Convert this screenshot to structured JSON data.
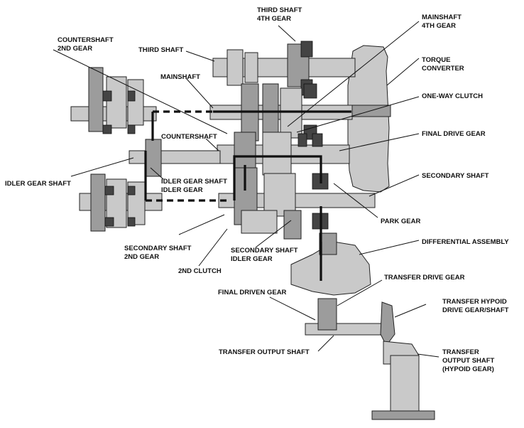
{
  "labels": {
    "third_shaft_4th_gear": [
      "THIRD SHAFT",
      "4TH GEAR"
    ],
    "mainshaft_4th_gear": [
      "MAINSHAFT",
      "4TH GEAR"
    ],
    "countershaft_2nd_gear": [
      "COUNTERSHAFT",
      "2ND GEAR"
    ],
    "third_shaft": "THIRD SHAFT",
    "torque_converter": [
      "TORQUE",
      "CONVERTER"
    ],
    "mainshaft": "MAINSHAFT",
    "one_way_clutch": "ONE-WAY CLUTCH",
    "countershaft": "COUNTERSHAFT",
    "final_drive_gear": "FINAL DRIVE GEAR",
    "idler_gear_shaft": "IDLER GEAR SHAFT",
    "idler_gear_shaft_idler_gear": [
      "IDLER GEAR SHAFT",
      "IDLER GEAR"
    ],
    "secondary_shaft": "SECONDARY SHAFT",
    "park_gear": "PARK GEAR",
    "secondary_shaft_2nd_gear": [
      "SECONDARY SHAFT",
      "2ND GEAR"
    ],
    "secondary_shaft_idler_gear": [
      "SECONDARY SHAFT",
      "IDLER GEAR"
    ],
    "differential_assembly": "DIFFERENTIAL ASSEMBLY",
    "second_clutch": "2ND CLUTCH",
    "transfer_drive_gear": "TRANSFER DRIVE GEAR",
    "final_driven_gear": "FINAL DRIVEN GEAR",
    "transfer_hypoid_drive_gear_shaft": [
      "TRANSFER HYPOID",
      "DRIVE GEAR/SHAFT"
    ],
    "transfer_output_shaft": "TRANSFER OUTPUT SHAFT",
    "transfer_output_shaft_hypoid_gear": [
      "TRANSFER",
      "OUTPUT SHAFT",
      "(HYPOID GEAR)"
    ]
  }
}
